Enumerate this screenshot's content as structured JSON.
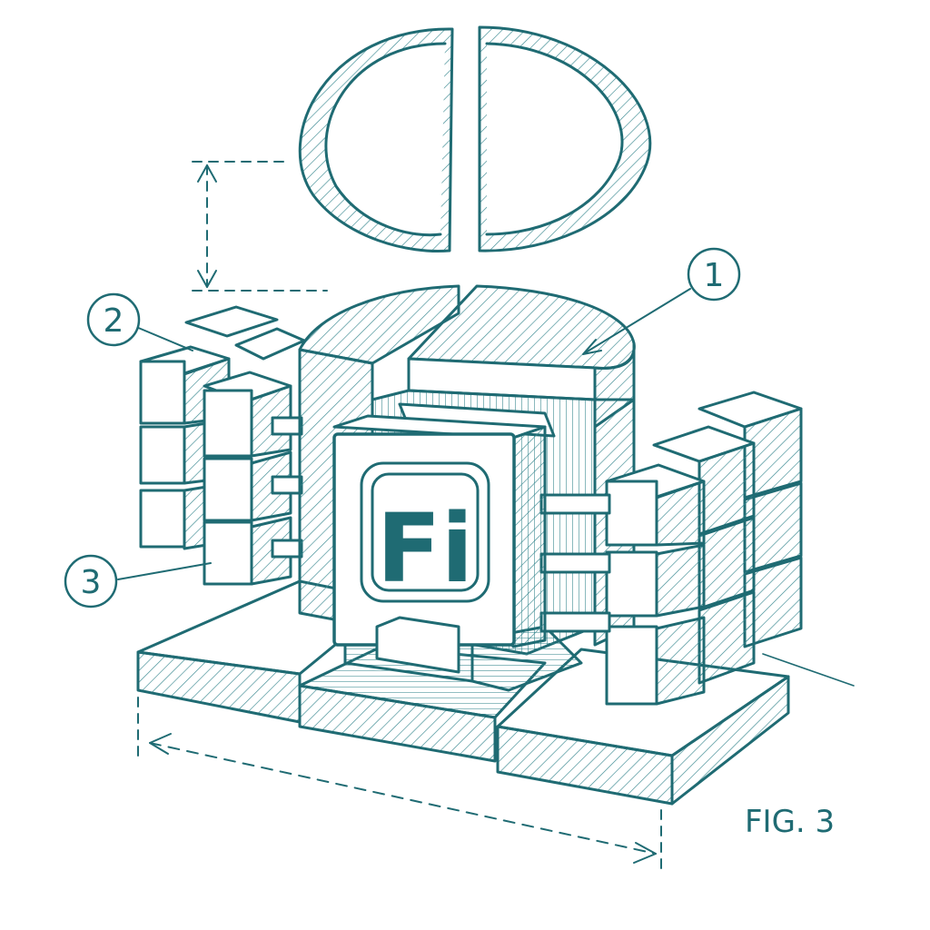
{
  "figure": {
    "caption": "FIG. 3",
    "emblem_text": "Fi",
    "callouts": [
      {
        "id": "1",
        "label": "1"
      },
      {
        "id": "2",
        "label": "2"
      },
      {
        "id": "3",
        "label": "3"
      }
    ]
  },
  "colors": {
    "ink": "#1f6b73",
    "paper": "#ffffff",
    "hatch": "#3c8a91"
  }
}
